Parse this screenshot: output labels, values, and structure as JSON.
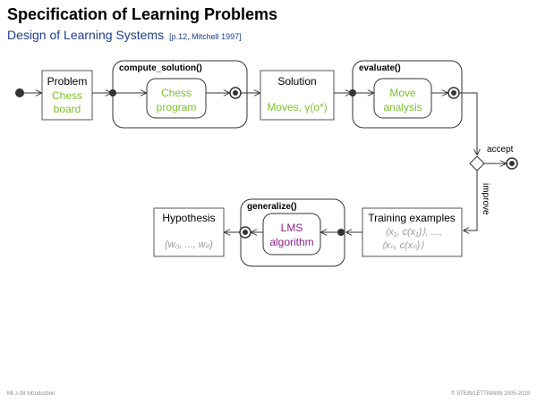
{
  "slide": {
    "title": "Specification of Learning Problems",
    "subtitle": "Design of Learning Systems",
    "reference": "[p.12, Mitchell 1997]"
  },
  "diagram": {
    "problem": {
      "label": "Problem",
      "line1": "Chess",
      "line2": "board"
    },
    "compute_solution": {
      "label": "compute_solution()",
      "line1": "Chess",
      "line2": "program"
    },
    "solution": {
      "label": "Solution",
      "detail": "Moves, γ(o*)"
    },
    "evaluate": {
      "label": "evaluate()",
      "line1": "Move",
      "line2": "analysis"
    },
    "decision": {
      "accept": "accept",
      "improve": "improve"
    },
    "training_examples": {
      "label": "Training examples",
      "line1": "⟨x₁, c(x₁)⟩, ...,",
      "line2": "⟨xₙ, c(xₙ)⟩"
    },
    "generalize": {
      "label": "generalize()",
      "line1": "LMS",
      "line2": "algorithm"
    },
    "hypothesis": {
      "label": "Hypothesis",
      "detail": "(w₀, ..., wₚ)"
    }
  },
  "footer": {
    "left": "ML:I-38   Introduction",
    "right": "© STEIN/LETTMANN 2005-2019"
  },
  "colors": {
    "title_blue": "#1c3f8a",
    "green": "#7bbf2a",
    "purple": "#8a1f8a",
    "gray": "#999999"
  }
}
